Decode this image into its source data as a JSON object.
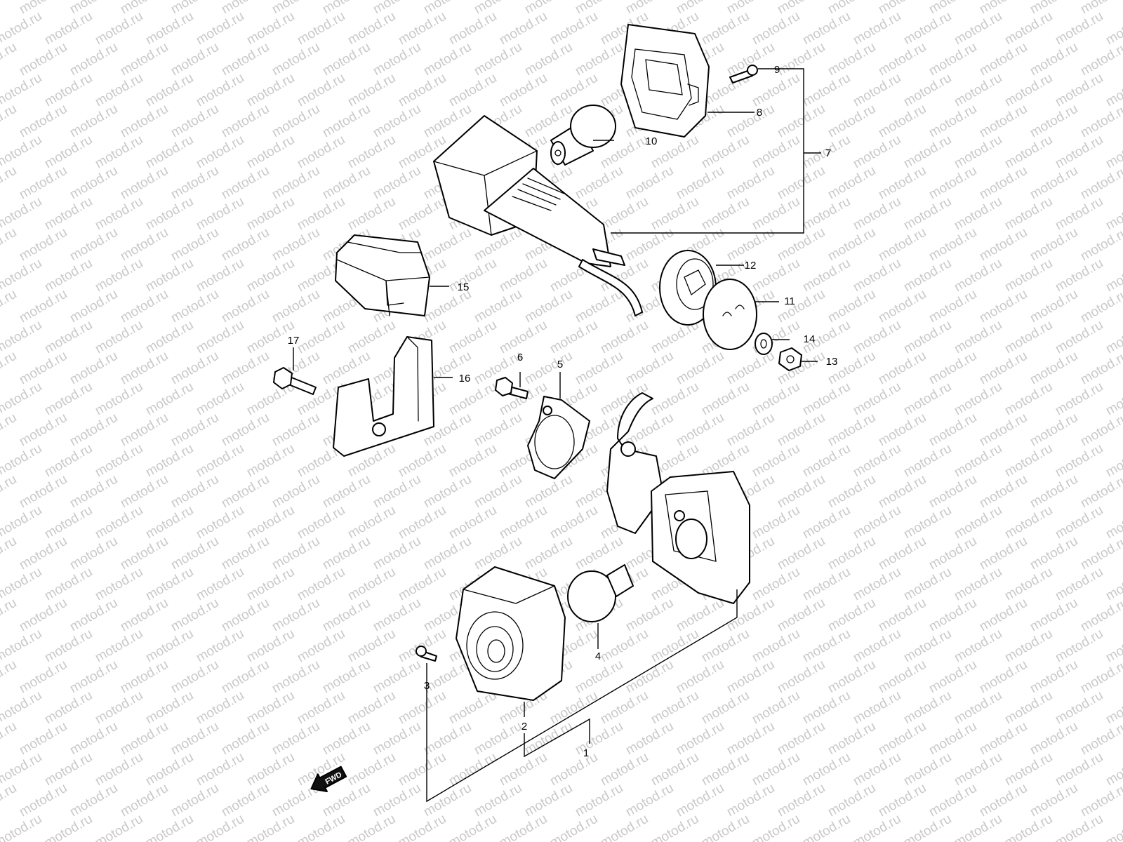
{
  "watermark": "motod.ru",
  "fwd_label": "FWD",
  "callouts": [
    {
      "id": "1",
      "label": "1"
    },
    {
      "id": "2",
      "label": "2"
    },
    {
      "id": "3",
      "label": "3"
    },
    {
      "id": "4",
      "label": "4"
    },
    {
      "id": "5",
      "label": "5"
    },
    {
      "id": "6",
      "label": "6"
    },
    {
      "id": "7",
      "label": "7"
    },
    {
      "id": "8",
      "label": "8"
    },
    {
      "id": "9",
      "label": "9"
    },
    {
      "id": "10",
      "label": "10"
    },
    {
      "id": "11",
      "label": "11"
    },
    {
      "id": "12",
      "label": "12"
    },
    {
      "id": "13",
      "label": "13"
    },
    {
      "id": "14",
      "label": "14"
    },
    {
      "id": "15",
      "label": "15"
    },
    {
      "id": "16",
      "label": "16"
    },
    {
      "id": "17",
      "label": "17"
    }
  ]
}
